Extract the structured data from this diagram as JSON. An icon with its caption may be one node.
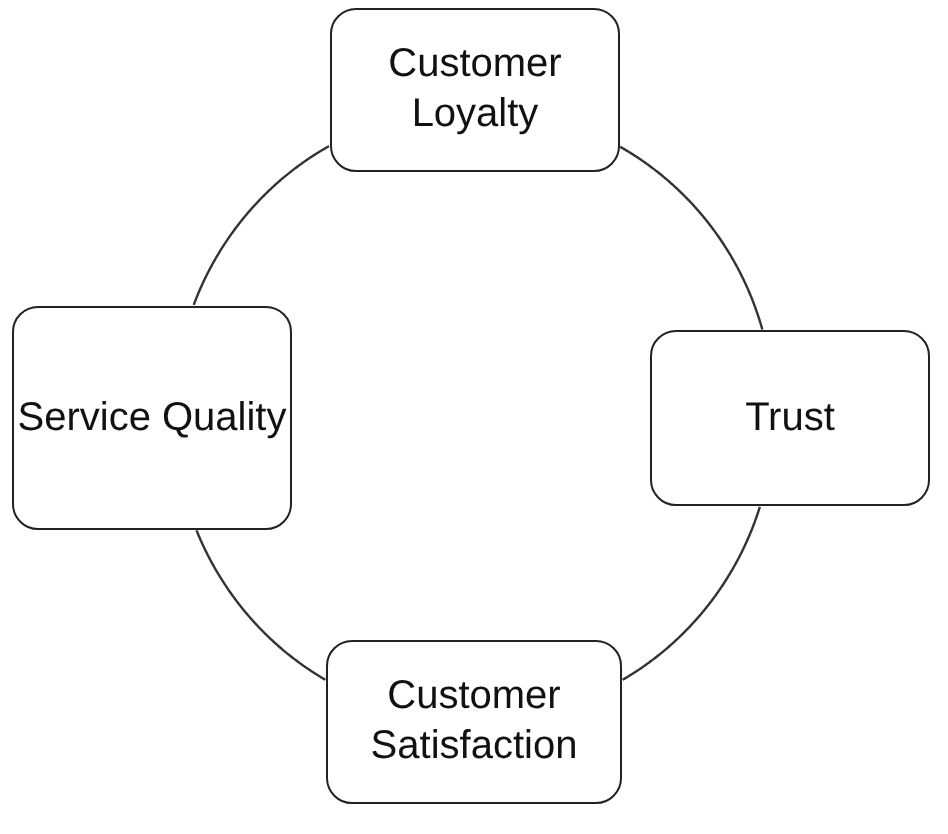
{
  "diagram": {
    "nodes": [
      {
        "text": [
          "Customer Loyalty"
        ]
      },
      {
        "text": [
          "Service Quality"
        ]
      },
      {
        "text": [
          "Trust"
        ]
      },
      {
        "text": [
          "Customer Satisfaction"
        ]
      }
    ],
    "edges": [
      {
        "from": 0,
        "to": 2,
        "arrow": "none"
      },
      {
        "from": 2,
        "to": 3,
        "arrow": "none"
      },
      {
        "from": 3,
        "to": 1,
        "arrow": "none"
      },
      {
        "from": 1,
        "to": 0,
        "arrow": "none"
      }
    ]
  }
}
